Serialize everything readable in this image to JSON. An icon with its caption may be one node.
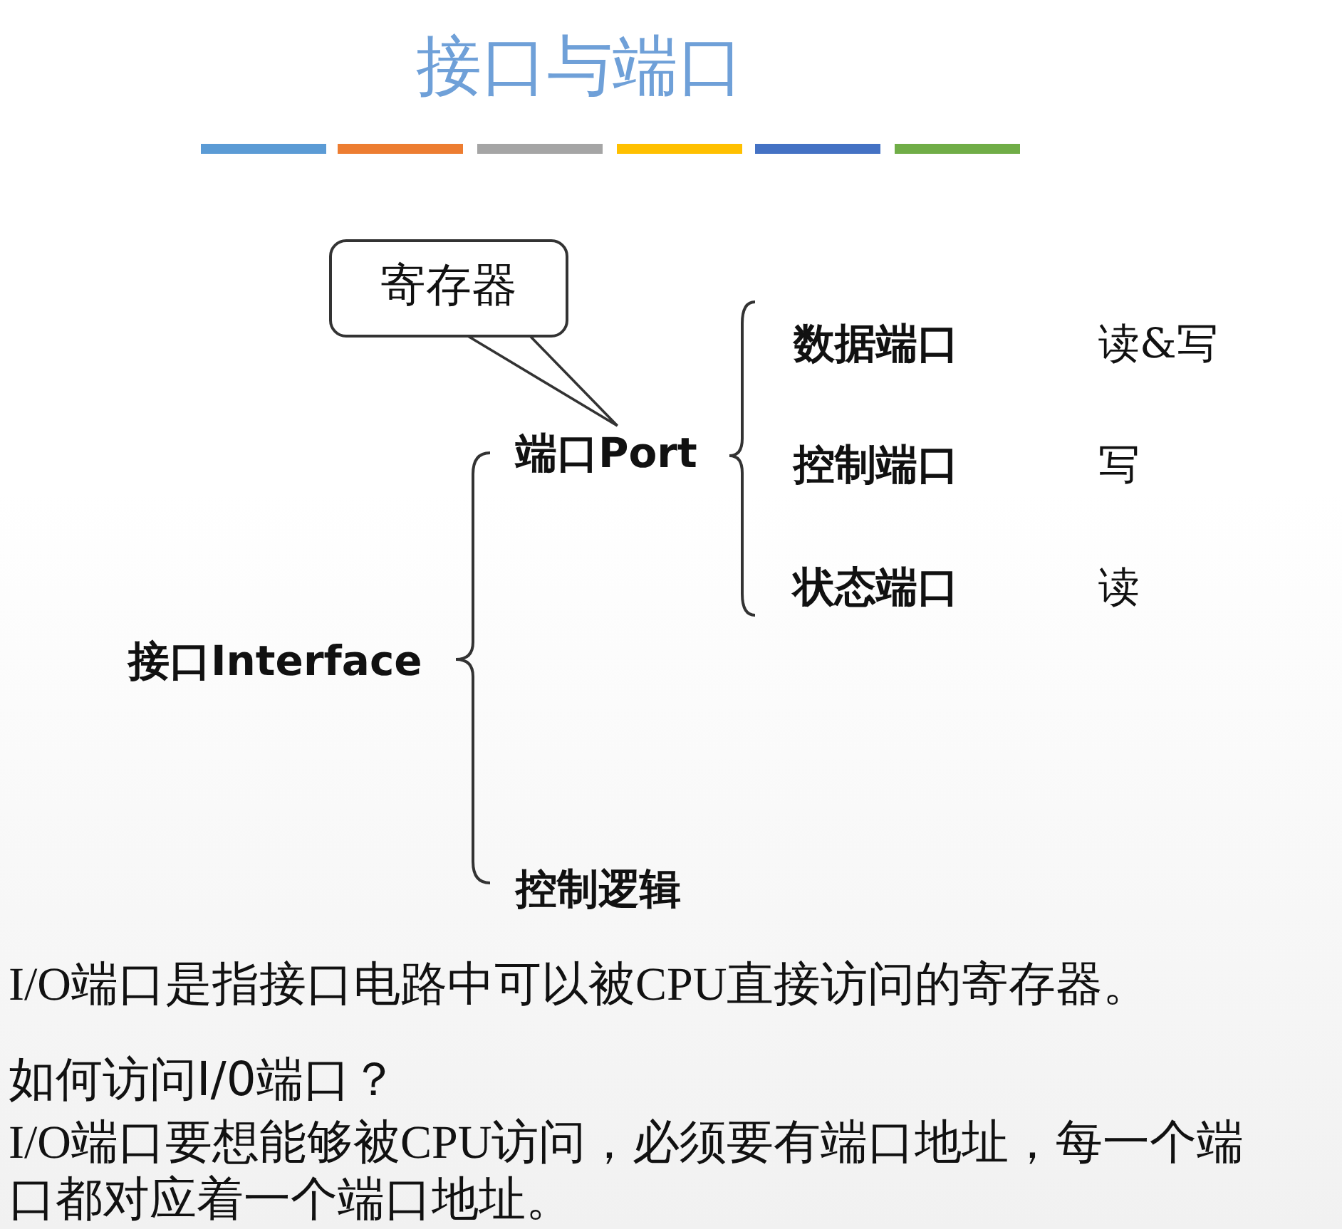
{
  "diagram": {
    "title": "接口与端口",
    "nodes": [
      {
        "text": [
          "寄存器"
        ]
      },
      {
        "text": [
          "端口Port"
        ]
      },
      {
        "text": [
          "数据端口"
        ],
        "beside": [
          "读&写"
        ]
      },
      {
        "text": [
          "控制端口"
        ],
        "beside": [
          "写"
        ]
      },
      {
        "text": [
          "状态端口"
        ],
        "beside": [
          "读"
        ]
      },
      {
        "text": [
          "接口Interface"
        ]
      },
      {
        "text": [
          "控制逻辑"
        ]
      }
    ],
    "edges": [
      {
        "from": 0,
        "to": 1,
        "arrow": "none"
      }
    ],
    "labels": [
      "I/O端口是指接口电路中可以被CPU直接访问的寄存器。",
      "如何访问I/0端口？",
      "I/O端口要想能够被CPU访问，必须要有端口地址，每一个端口都对应着一个端口地址。"
    ]
  }
}
